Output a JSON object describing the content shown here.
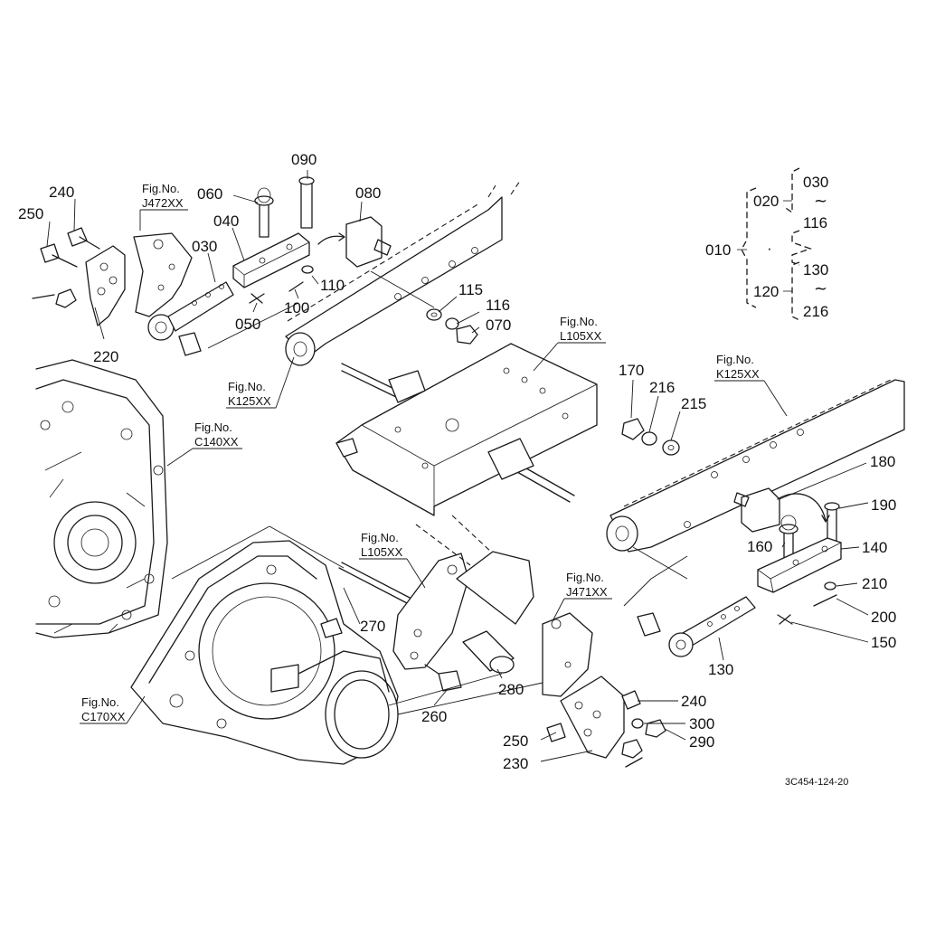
{
  "diagram": {
    "drawing_code": "3C454-124-20",
    "callouts": [
      {
        "id": "c090",
        "text": "090"
      },
      {
        "id": "c080",
        "text": "080"
      },
      {
        "id": "c060",
        "text": "060"
      },
      {
        "id": "c040",
        "text": "040"
      },
      {
        "id": "c030",
        "text": "030"
      },
      {
        "id": "c240a",
        "text": "240"
      },
      {
        "id": "c250a",
        "text": "250"
      },
      {
        "id": "c220",
        "text": "220"
      },
      {
        "id": "c110",
        "text": "110"
      },
      {
        "id": "c100",
        "text": "100"
      },
      {
        "id": "c050",
        "text": "050"
      },
      {
        "id": "c115",
        "text": "115"
      },
      {
        "id": "c116",
        "text": "116"
      },
      {
        "id": "c070",
        "text": "070"
      },
      {
        "id": "c170",
        "text": "170"
      },
      {
        "id": "c216",
        "text": "216"
      },
      {
        "id": "c215",
        "text": "215"
      },
      {
        "id": "c180",
        "text": "180"
      },
      {
        "id": "c190",
        "text": "190"
      },
      {
        "id": "c160",
        "text": "160"
      },
      {
        "id": "c140",
        "text": "140"
      },
      {
        "id": "c210",
        "text": "210"
      },
      {
        "id": "c200",
        "text": "200"
      },
      {
        "id": "c150",
        "text": "150"
      },
      {
        "id": "c130",
        "text": "130"
      },
      {
        "id": "c270",
        "text": "270"
      },
      {
        "id": "c260",
        "text": "260"
      },
      {
        "id": "c280",
        "text": "280"
      },
      {
        "id": "c240b",
        "text": "240"
      },
      {
        "id": "c300",
        "text": "300"
      },
      {
        "id": "c290",
        "text": "290"
      },
      {
        "id": "c250b",
        "text": "250"
      },
      {
        "id": "c230",
        "text": "230"
      }
    ],
    "figure_refs": [
      {
        "id": "fJ472",
        "line1": "Fig.No.",
        "line2": "J472XX"
      },
      {
        "id": "fK125a",
        "line1": "Fig.No.",
        "line2": "K125XX"
      },
      {
        "id": "fL105a",
        "line1": "Fig.No.",
        "line2": "L105XX"
      },
      {
        "id": "fC140",
        "line1": "Fig.No.",
        "line2": "C140XX"
      },
      {
        "id": "fK125b",
        "line1": "Fig.No.",
        "line2": "K125XX"
      },
      {
        "id": "fL105b",
        "line1": "Fig.No.",
        "line2": "L105XX"
      },
      {
        "id": "fJ471",
        "line1": "Fig.No.",
        "line2": "J471XX"
      },
      {
        "id": "fC170",
        "line1": "Fig.No.",
        "line2": "C170XX"
      }
    ],
    "tree": {
      "root": "010",
      "dot": "·",
      "group_a": {
        "label": "020",
        "from": "030",
        "tilde": "~",
        "to": "116"
      },
      "group_b": {
        "label": "120",
        "from": "130",
        "tilde": "~",
        "to": "216"
      }
    }
  }
}
